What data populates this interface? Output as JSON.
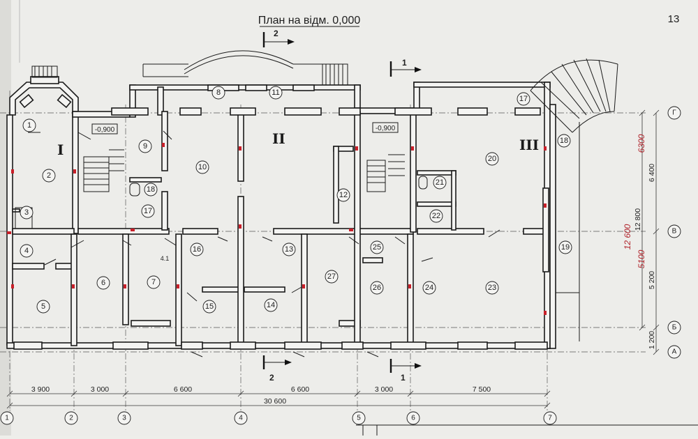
{
  "drawing": {
    "title": "План на відм. 0,000",
    "sheet_number": "13",
    "sections": [
      {
        "id": "I"
      },
      {
        "id": "II"
      },
      {
        "id": "III"
      }
    ],
    "rooms": [
      "1",
      "2",
      "3",
      "4",
      "5",
      "6",
      "7",
      "8",
      "9",
      "10",
      "11",
      "12",
      "13",
      "14",
      "15",
      "16",
      "17",
      "18",
      "19",
      "20",
      "21",
      "22",
      "23",
      "24",
      "25",
      "26",
      "27"
    ],
    "stair_rooms": [
      "17",
      "18"
    ],
    "levels": [
      "-0,900",
      "-0,900"
    ],
    "cuts": {
      "c1": "1",
      "c2": "2"
    },
    "axes_vertical": [
      "1",
      "2",
      "3",
      "4",
      "5",
      "6",
      "7"
    ],
    "axes_horizontal": [
      "Г",
      "В",
      "Б",
      "А"
    ],
    "dims_bottom": [
      "3 900",
      "3 000",
      "6 600",
      "6 600",
      "3 000",
      "7 500"
    ],
    "dim_total": "30 600",
    "dims_right": [
      "6 400",
      "5 200",
      "1 200",
      "12 800"
    ],
    "dims_right_handwritten": [
      "6300",
      "5100",
      "12 600"
    ],
    "small_mark": "4.1"
  }
}
